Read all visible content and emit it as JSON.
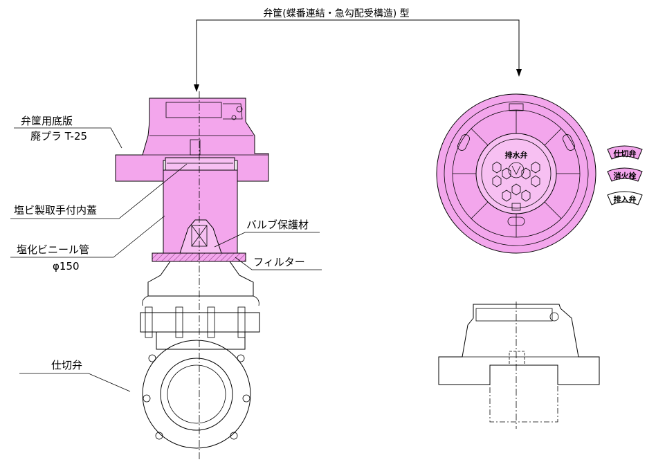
{
  "title": "弁筐(蝶番連結・急勾配受構造) 型",
  "labels": {
    "base": "弁筐用底版",
    "base_spec": "廃プラ T-25",
    "lid": "塩ビ製取手付内蓋",
    "valve_protect": "バルブ保護材",
    "pipe": "塩化ビニール管",
    "pipe_size": "φ150",
    "filter": "フィルター",
    "gate_valve": "仕切弁"
  },
  "cover": {
    "emblem": "排水弁"
  },
  "tags": [
    "仕切弁",
    "消火栓",
    "排入弁"
  ],
  "colors": {
    "pink": "#f3a6ec",
    "line": "#000000"
  }
}
